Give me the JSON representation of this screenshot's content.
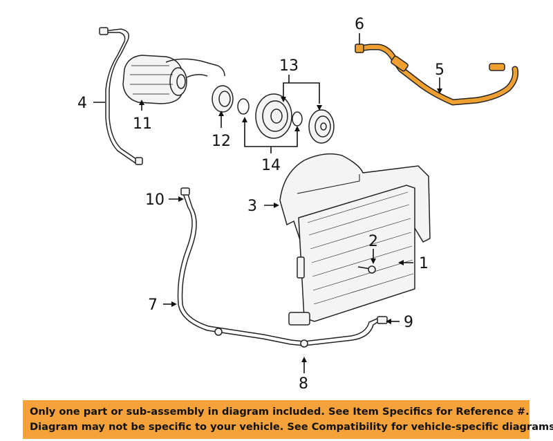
{
  "callouts": {
    "c1": "1",
    "c2": "2",
    "c3": "3",
    "c4": "4",
    "c5": "5",
    "c6": "6",
    "c7": "7",
    "c8": "8",
    "c9": "9",
    "c10": "10",
    "c11": "11",
    "c12": "12",
    "c13": "13",
    "c14": "14"
  },
  "highlight_color": "#f0a030",
  "notice": {
    "line1": "Only one part or sub-assembly in diagram included. See Item Specifics for Reference #.",
    "line2": "Diagram may not be specific to your vehicle. See Compatibility for vehicle-specific diagrams."
  }
}
